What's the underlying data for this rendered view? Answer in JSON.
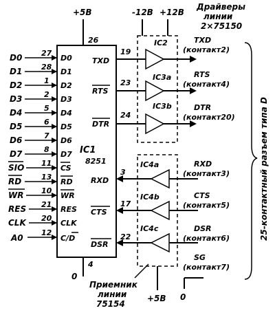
{
  "chip": {
    "name": "IC1",
    "part": "8251",
    "top_pin": "26",
    "bottom_pin": "4",
    "left_pins": [
      {
        "name": "D0",
        "num": "27"
      },
      {
        "name": "D1",
        "num": "28"
      },
      {
        "name": "D2",
        "num": "1"
      },
      {
        "name": "D3",
        "num": "2"
      },
      {
        "name": "D4",
        "num": "5"
      },
      {
        "name": "D5",
        "num": "6"
      },
      {
        "name": "D6",
        "num": "7"
      },
      {
        "name": "D7",
        "num": "8"
      },
      {
        "name": "CS",
        "num": "11"
      },
      {
        "name": "RD",
        "num": "13"
      },
      {
        "name": "WR",
        "num": "10"
      },
      {
        "name": "RES",
        "num": "21"
      },
      {
        "name": "CLK",
        "num": "20"
      },
      {
        "name": "C/D",
        "num": "12"
      }
    ],
    "right_pins": [
      {
        "name": "TXD",
        "num": "19"
      },
      {
        "name": "RTS",
        "num": "23"
      },
      {
        "name": "DTR",
        "num": "24"
      },
      {
        "name": "RXD",
        "num": "3"
      },
      {
        "name": "CTS",
        "num": "17"
      },
      {
        "name": "DSR",
        "num": "22"
      }
    ]
  },
  "left_signals": [
    "D0",
    "D1",
    "D2",
    "D3",
    "D4",
    "D5",
    "D6",
    "D7",
    "SIO",
    "RD",
    "WR",
    "RES",
    "CLK",
    "A0"
  ],
  "supplies": {
    "plus5_top": "+5В",
    "minus12": "-12В",
    "plus12": "+12В",
    "plus5_bottom": "+5В",
    "ground_left": "0",
    "ground_right": "0"
  },
  "drivers": {
    "title_line1": "Драйверы",
    "title_line2": "линии",
    "title_line3": "2×75150",
    "gates": [
      "IC2",
      "IC3a",
      "IC3b"
    ]
  },
  "receivers": {
    "title_line1": "Приемник",
    "title_line2": "линии",
    "title_line3": "75154",
    "gates": [
      "IC4a",
      "IC4b",
      "IC4c"
    ]
  },
  "connector_signals": [
    {
      "name": "TXD",
      "contact": "(контакт2)"
    },
    {
      "name": "RTS",
      "contact": "(контакт4)"
    },
    {
      "name": "DTR",
      "contact": "(контакт20)"
    },
    {
      "name": "RXD",
      "contact": "(контакт3)"
    },
    {
      "name": "CTS",
      "contact": "(контакт5)"
    },
    {
      "name": "DSR",
      "contact": "(контакт6)"
    },
    {
      "name": "SG",
      "contact": "(контакт7)"
    }
  ],
  "connector_label": "25-контактный разъем типа D"
}
